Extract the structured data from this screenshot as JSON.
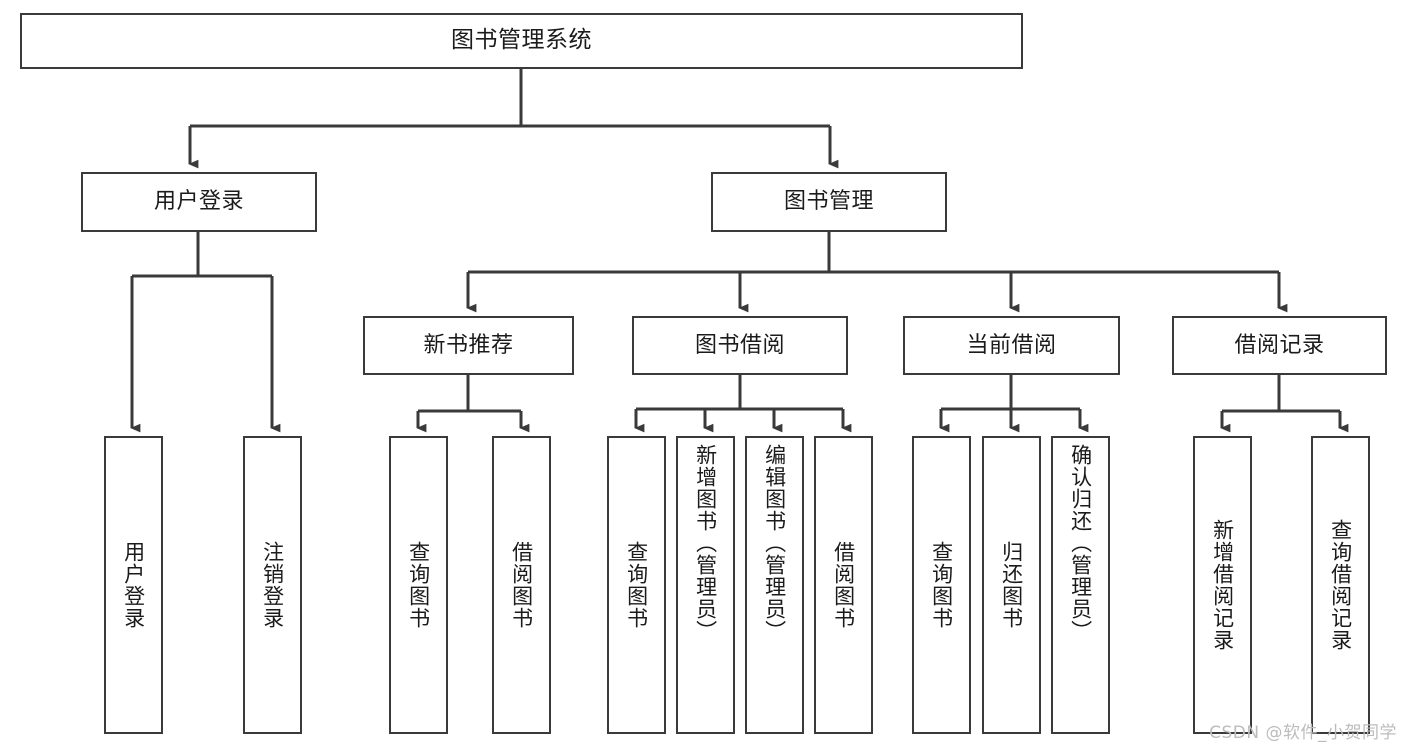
{
  "diagram": {
    "title_node": {
      "label": "图书管理系统"
    },
    "level2": [
      {
        "label": "用户登录"
      },
      {
        "label": "图书管理"
      }
    ],
    "level3": [
      {
        "label": "新书推荐"
      },
      {
        "label": "图书借阅"
      },
      {
        "label": "当前借阅"
      },
      {
        "label": "借阅记录"
      }
    ],
    "leaves": {
      "user_login": [
        {
          "label": "用户登录"
        },
        {
          "label": "注销登录"
        }
      ],
      "new_book_recommend": [
        {
          "label": "查询图书"
        },
        {
          "label": "借阅图书"
        }
      ],
      "book_borrow": [
        {
          "label": "查询图书"
        },
        {
          "label": "新增图书（管理员）"
        },
        {
          "label": "编辑图书（管理员）"
        },
        {
          "label": "借阅图书"
        }
      ],
      "current_borrow": [
        {
          "label": "查询图书"
        },
        {
          "label": "归还图书"
        },
        {
          "label": "确认归还（管理员）"
        }
      ],
      "borrow_records": [
        {
          "label": "新增借阅记录"
        },
        {
          "label": "查询借阅记录"
        }
      ]
    }
  },
  "watermark": {
    "text": "CSDN @软件_小贺同学"
  },
  "colors": {
    "border": "#3a3a3a",
    "text": "#1b1b1b",
    "background": "#ffffff",
    "watermark": "#bcbcbc"
  }
}
